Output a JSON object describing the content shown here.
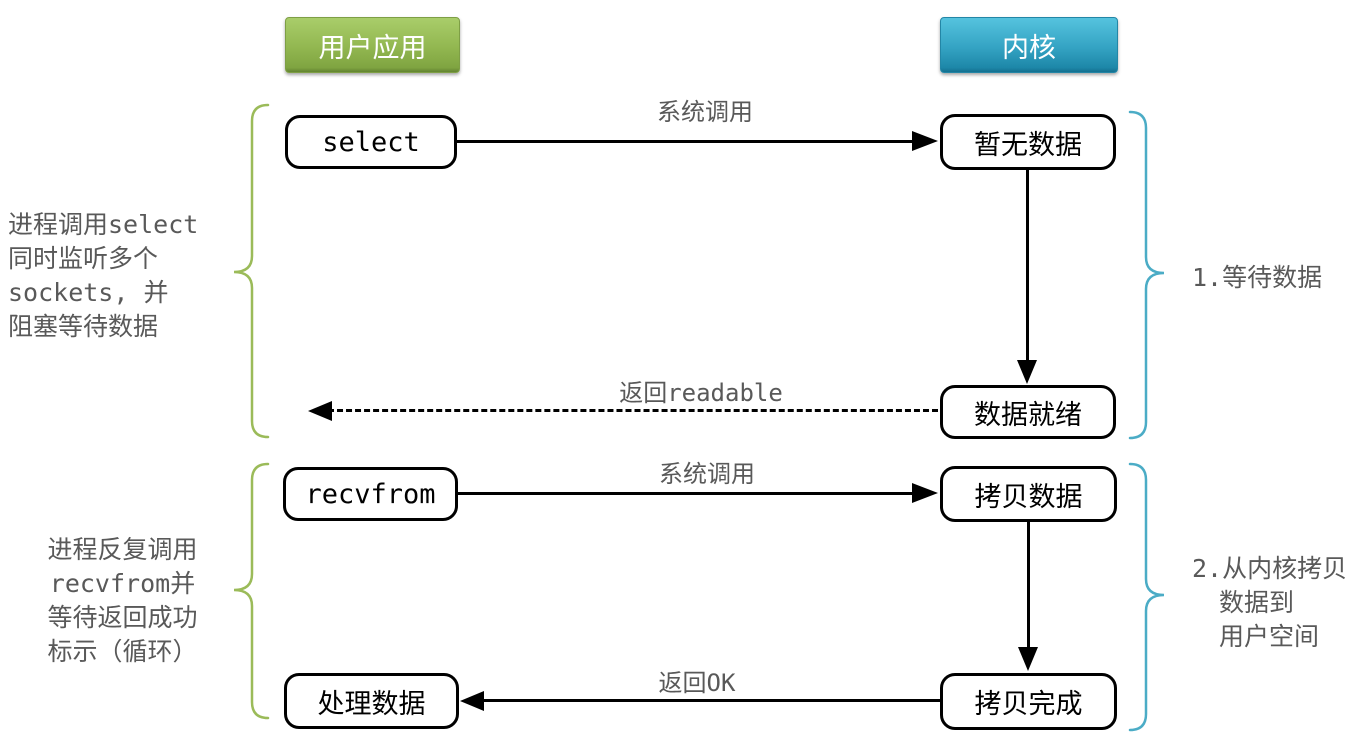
{
  "headers": {
    "user_app": "用户应用",
    "kernel": "内核"
  },
  "boxes": {
    "select": "select",
    "no_data": "暂无数据",
    "data_ready": "数据就绪",
    "recvfrom": "recvfrom",
    "copy_data": "拷贝数据",
    "copy_done": "拷贝完成",
    "process_data": "处理数据"
  },
  "arrow_labels": {
    "syscall_1": "系统调用",
    "return_readable": "返回readable",
    "syscall_2": "系统调用",
    "return_ok": "返回OK"
  },
  "annotations": {
    "left_select": [
      "进程调用select",
      "同时监听多个",
      "sockets, 并",
      "阻塞等待数据"
    ],
    "left_recvfrom": [
      "进程反复调用",
      "recvfrom并",
      "等待返回成功",
      "标示（循环）"
    ],
    "right_wait": "1.等待数据",
    "right_copy": [
      "2.从内核拷贝",
      "数据到",
      "用户空间"
    ]
  },
  "colors": {
    "brace_green": "#9bbb59",
    "brace_blue": "#4bacc6",
    "gray_text": "#595959",
    "header_green": "#92b750",
    "header_blue": "#34a3c3"
  }
}
